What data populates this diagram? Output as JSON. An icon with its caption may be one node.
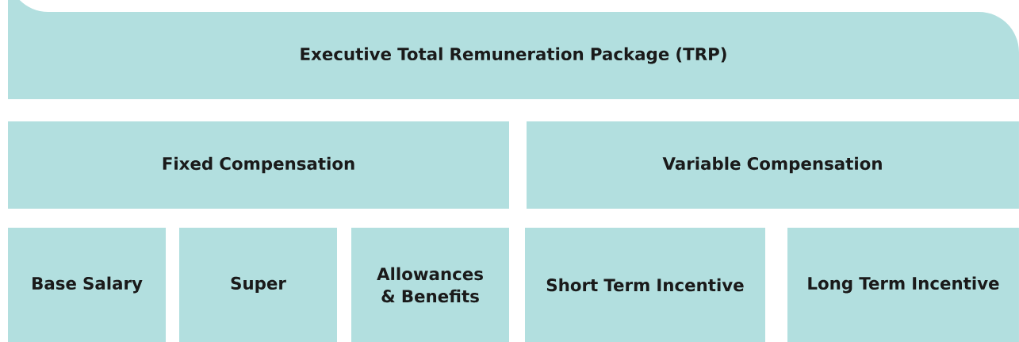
{
  "diagram": {
    "nodes": [
      {
        "text": [
          "Executive Total Remuneration Package (TRP)"
        ]
      },
      {
        "text": [
          "Fixed Compensation"
        ]
      },
      {
        "text": [
          "Variable Compensation"
        ]
      },
      {
        "text": [
          "Base Salary"
        ]
      },
      {
        "text": [
          "Super"
        ]
      },
      {
        "text": [
          "Allowances & Benefits"
        ]
      },
      {
        "text": [
          "Short Term Incentive"
        ]
      },
      {
        "text": [
          "Long Term Incentive"
        ]
      }
    ]
  }
}
